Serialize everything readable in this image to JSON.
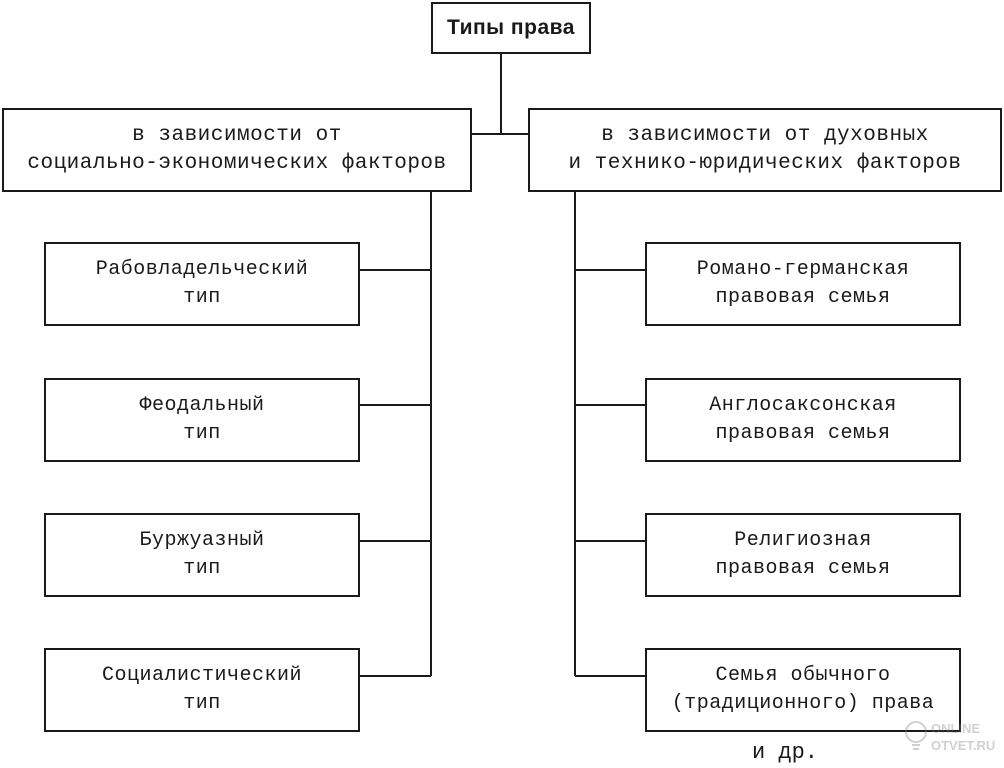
{
  "root": {
    "label": "Типы права"
  },
  "categories": [
    {
      "lines": [
        "в зависимости от",
        "социально-экономических факторов"
      ]
    },
    {
      "lines": [
        "в зависимости от духовных",
        "и технико-юридических факторов"
      ]
    }
  ],
  "left_types": [
    {
      "lines": [
        "Рабовладельческий",
        "тип"
      ]
    },
    {
      "lines": [
        "Феодальный",
        "тип"
      ]
    },
    {
      "lines": [
        "Буржуазный",
        "тип"
      ]
    },
    {
      "lines": [
        "Социалистический",
        "тип"
      ]
    }
  ],
  "right_types": [
    {
      "lines": [
        "Романо-германская",
        "правовая семья"
      ]
    },
    {
      "lines": [
        "Англосаксонская",
        "правовая семья"
      ]
    },
    {
      "lines": [
        "Религиозная",
        "правовая семья"
      ]
    },
    {
      "lines": [
        "Семья обычного",
        "(традиционного) права"
      ]
    }
  ],
  "extra": {
    "label": "и др."
  },
  "watermark": {
    "lines": [
      "ONLINE",
      "OTVET.RU"
    ]
  },
  "colors": {
    "line": "#1a1a1a",
    "background": "#ffffff",
    "watermark": "#7a7a7a"
  }
}
